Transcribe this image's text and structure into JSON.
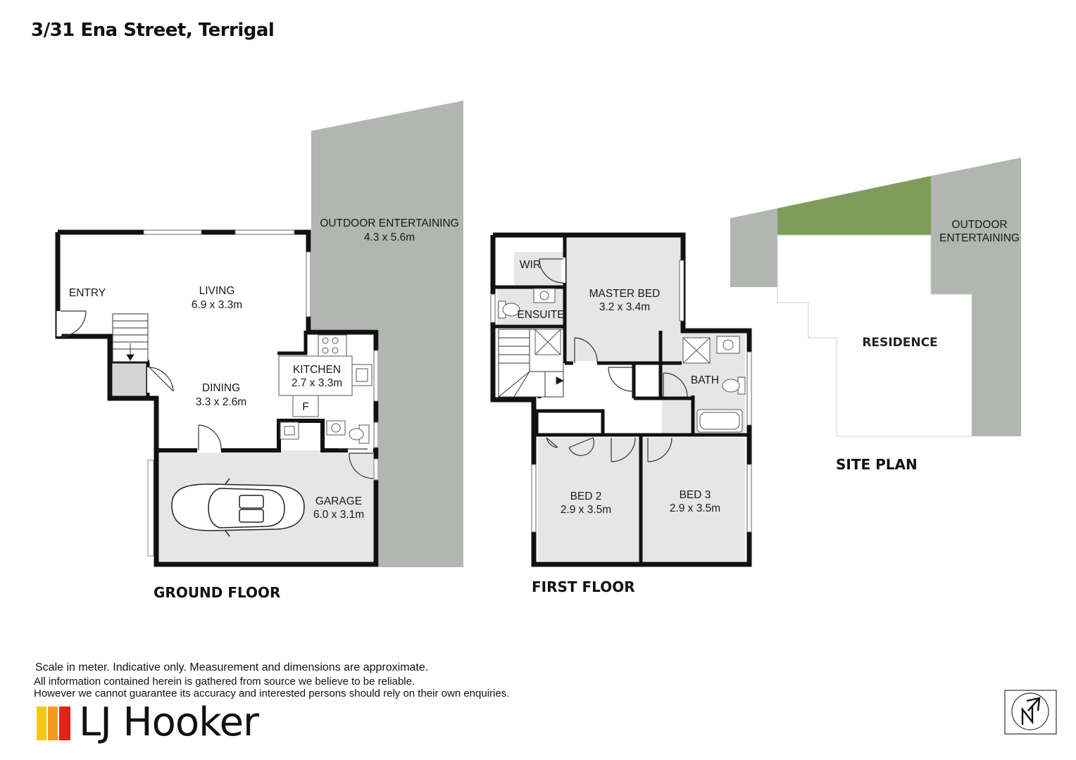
{
  "title": "3/31 Ena Street, Terrigal",
  "ground_floor": {
    "heading": "GROUND FLOOR",
    "rooms": {
      "outdoor_name": "OUTDOOR ENTERTAINING",
      "outdoor_size": "4.3 x 5.6m",
      "entry": "ENTRY",
      "living_name": "LIVING",
      "living_size": "6.9 x  3.3m",
      "dining_name": "DINING",
      "dining_size": "3.3 x 2.6m",
      "kitchen_name": "KITCHEN",
      "kitchen_size": "2.7 x 3.3m",
      "fridge": "F",
      "garage_name": "GARAGE",
      "garage_size": "6.0 x 3.1m"
    }
  },
  "first_floor": {
    "heading": "FIRST FLOOR",
    "rooms": {
      "wir": "WIR",
      "ensuite": "ENSUITE",
      "master_name": "MASTER BED",
      "master_size": "3.2 x 3.4m",
      "bath": "BATH",
      "bed2_name": "BED 2",
      "bed2_size": "2.9 x 3.5m",
      "bed3_name": "BED 3",
      "bed3_size": "2.9 x 3.5m"
    }
  },
  "site_plan": {
    "heading": "SITE PLAN",
    "outdoor_line1": "OUTDOOR",
    "outdoor_line2": "ENTERTAINING",
    "residence": "RESIDENCE"
  },
  "disclaimer": {
    "line1": "Scale in meter. Indicative only. Measurement and dimensions are approximate.",
    "line2": "All information contained herein is gathered from source we believe to be reliable.",
    "line3": "However we cannot guarantee its accuracy and interested persons should rely on their own enquiries."
  },
  "brand": {
    "name": "LJ Hooker",
    "stripe_colors": [
      "#f5c518",
      "#f39a1e",
      "#e2231a"
    ]
  },
  "compass": "north-arrow-icon",
  "colors": {
    "wall": "#111111",
    "floor": "#e6e6e6",
    "outdoor": "#b1b6b0",
    "lawn": "#7f9c5c"
  }
}
